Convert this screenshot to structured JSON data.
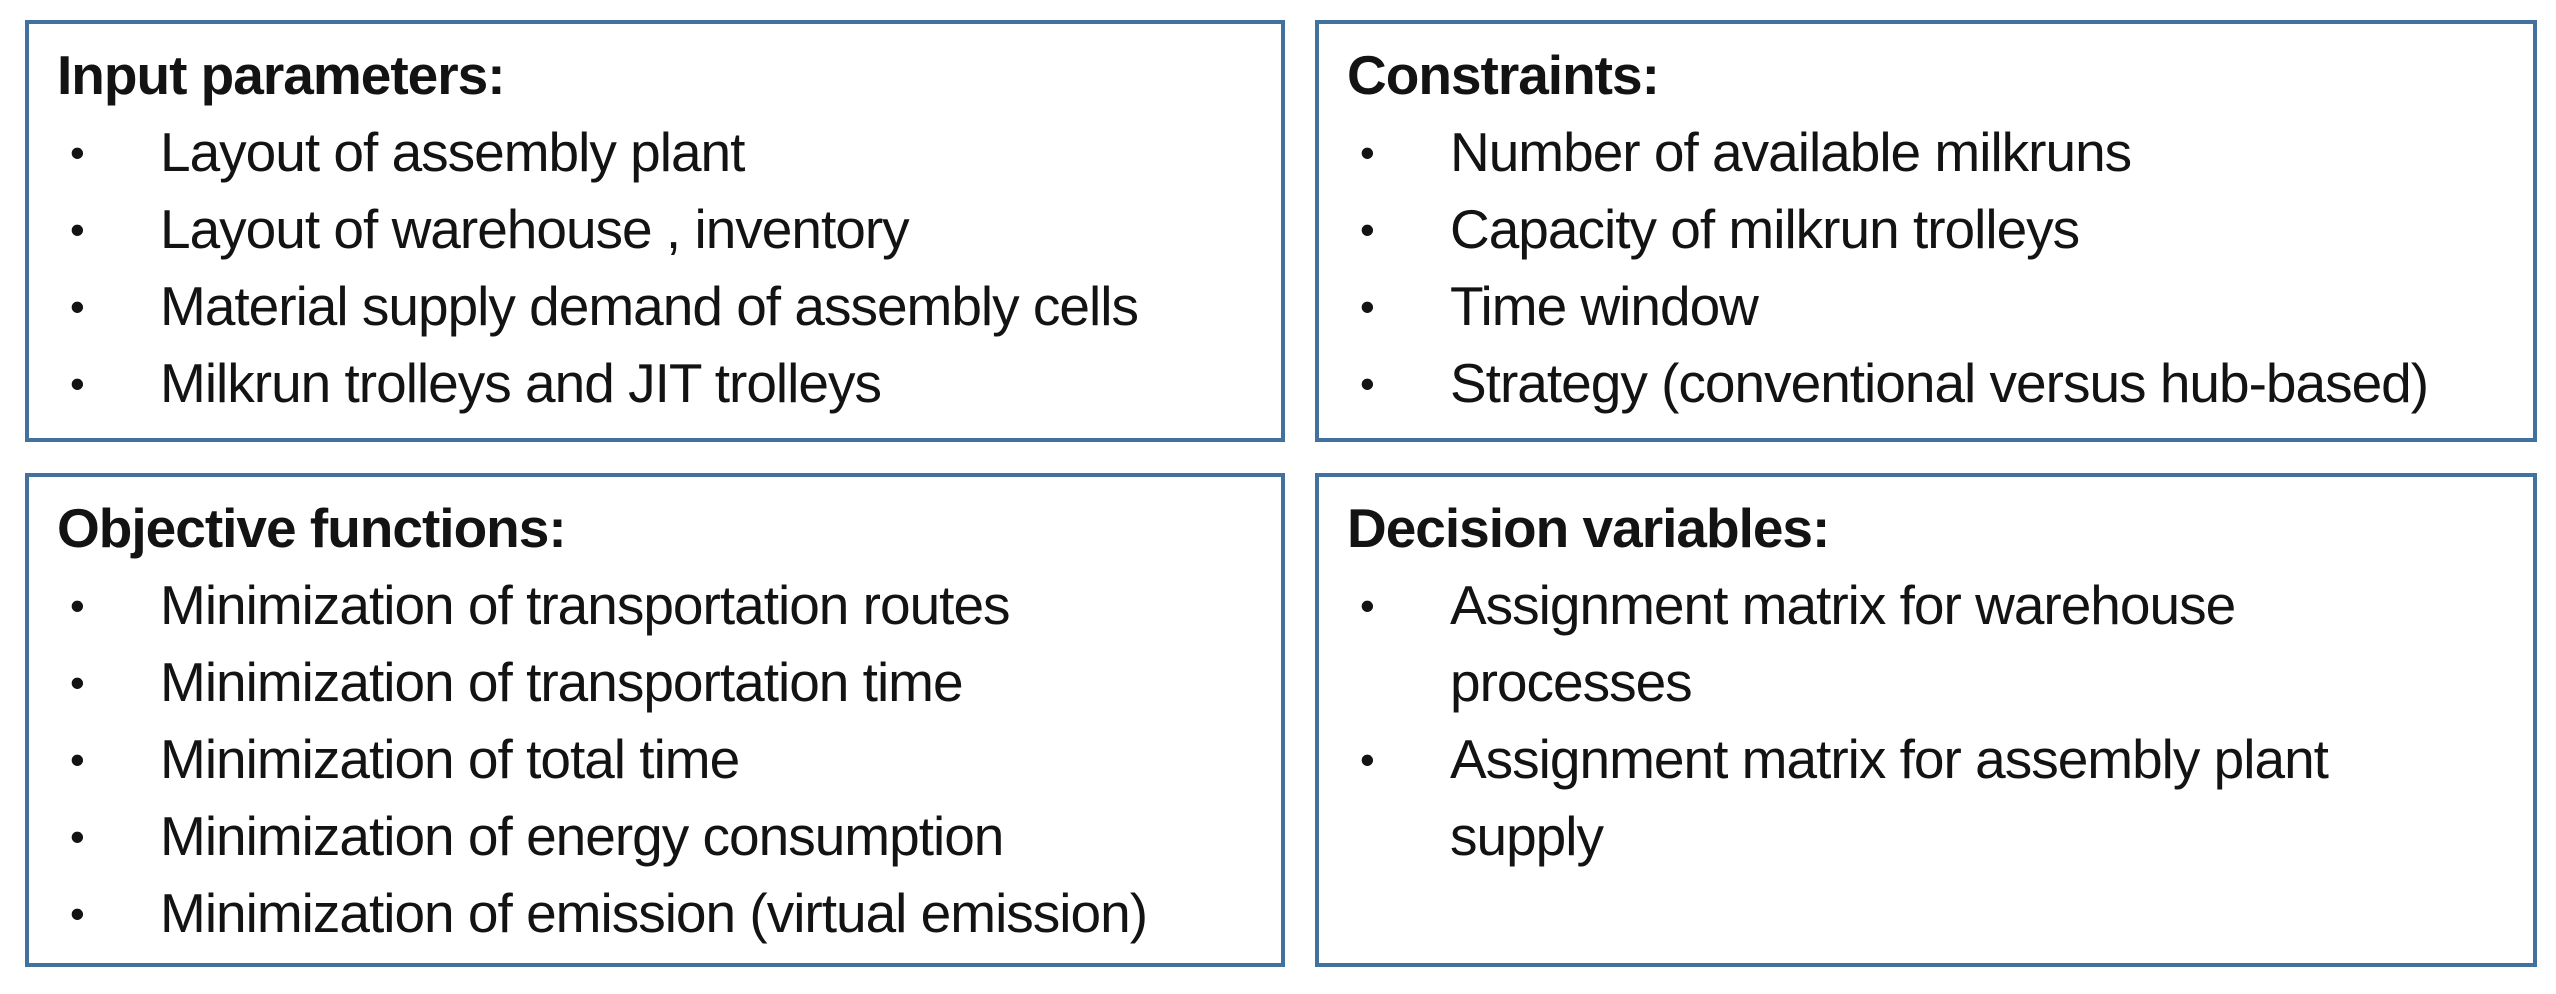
{
  "figure": {
    "bullet_glyph": "•",
    "colors": {
      "border": "#41719c",
      "text": "#131313",
      "background": "#ffffff"
    },
    "boxes": [
      {
        "id": "input-parameters",
        "title": "Input parameters:",
        "items": [
          "Layout of assembly plant",
          "Layout of warehouse , inventory",
          "Material supply demand of assembly cells",
          "Milkrun trolleys and JIT trolleys"
        ]
      },
      {
        "id": "constraints",
        "title": "Constraints:",
        "items": [
          "Number of available milkruns",
          "Capacity of milkrun trolleys",
          "Time window",
          "Strategy (conventional versus hub-based)"
        ]
      },
      {
        "id": "objective-functions",
        "title": "Objective functions:",
        "items": [
          "Minimization of transportation routes",
          "Minimization of transportation time",
          "Minimization of total time",
          "Minimization of energy consumption",
          "Minimization of emission (virtual emission)"
        ]
      },
      {
        "id": "decision-variables",
        "title": "Decision variables:",
        "items": [
          "Assignment matrix for warehouse\nprocesses",
          "Assignment matrix for assembly plant\nsupply"
        ]
      }
    ]
  }
}
